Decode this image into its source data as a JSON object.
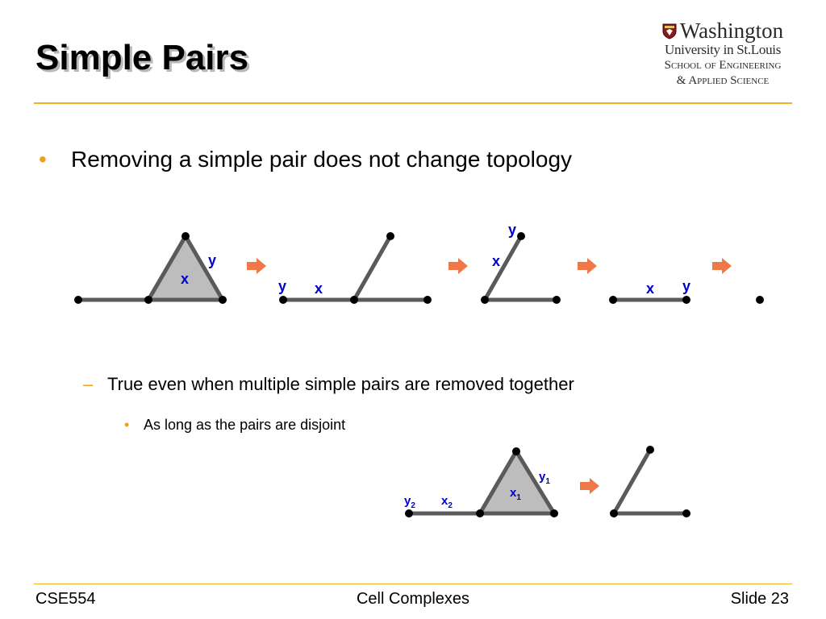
{
  "slide": {
    "title": "Simple Pairs",
    "logo": {
      "line1": "Washington",
      "line2": "University in St.Louis",
      "line3": "School of Engineering",
      "line4": "& Applied Science",
      "shield_icon": "university-shield-icon"
    },
    "bullets": {
      "level1": "Removing a simple pair does not change topology",
      "level2": "True even when multiple simple pairs are removed together",
      "level3": "As long as the pairs are disjoint"
    },
    "markers": {
      "level1": "•",
      "level2": "–",
      "level3": "•"
    },
    "diagram1": {
      "labels": {
        "s1_y": "y",
        "s1_x": "x",
        "s2_y": "y",
        "s2_x": "x",
        "s3_y": "y",
        "s3_x": "x",
        "s4_x": "x",
        "s4_y": "y"
      }
    },
    "diagram2": {
      "labels": {
        "y1": "y",
        "y1_sub": "1",
        "x1": "x",
        "x1_sub": "1",
        "y2": "y",
        "y2_sub": "2",
        "x2": "x",
        "x2_sub": "2"
      }
    },
    "colors": {
      "accent_orange": "#f0a020",
      "arrow_orange": "#f07848",
      "label_blue": "#0000cc",
      "edge_gray": "#5a5a5a",
      "face_gray": "#bdbdbd"
    },
    "footer": {
      "course": "CSE554",
      "topic": "Cell Complexes",
      "slide_number": "Slide 23"
    }
  }
}
